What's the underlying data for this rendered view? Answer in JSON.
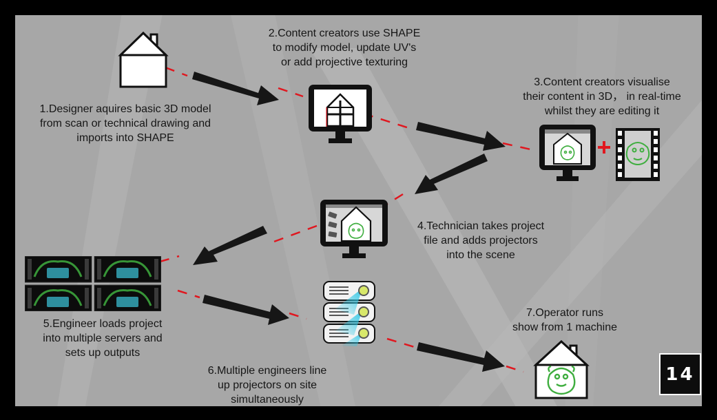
{
  "diagram": {
    "page_number": "14",
    "colors": {
      "background": "#a7a7a7",
      "frame": "#000000",
      "arrow": "#161616",
      "connector": "#e0171f",
      "accent_green": "#3fae3f",
      "monitor": "#111111",
      "server_glow": "#2ec8e6"
    },
    "steps": [
      {
        "number": 1,
        "lines": [
          "1.Designer aquires basic 3D model",
          "from scan or technical drawing and",
          "imports into SHAPE"
        ],
        "icon": "house-outline-icon"
      },
      {
        "number": 2,
        "lines": [
          "2.Content creators use SHAPE",
          "to modify model, update UV's",
          "or add projective texturing"
        ],
        "icon": "monitor-house-grid-icon"
      },
      {
        "number": 3,
        "lines": [
          "3.Content creators visualise",
          "their content in 3D， in real-time",
          "whilst they are editing it"
        ],
        "icon": "monitor-video-icon"
      },
      {
        "number": 4,
        "lines": [
          "4.Technician takes project",
          "file and adds projectors",
          "into the scene"
        ],
        "icon": "monitor-projectors-icon"
      },
      {
        "number": 5,
        "lines": [
          "5.Engineer loads project",
          "into  multiple servers and",
          "sets up outputs"
        ],
        "icon": "media-servers-icon"
      },
      {
        "number": 6,
        "lines": [
          "6.Multiple engineers line",
          "up projectors on site",
          "simultaneously"
        ],
        "icon": "projector-stack-icon"
      },
      {
        "number": 7,
        "lines": [
          "7.Operator runs",
          "show from 1 machine"
        ],
        "icon": "house-mascot-icon"
      }
    ]
  }
}
